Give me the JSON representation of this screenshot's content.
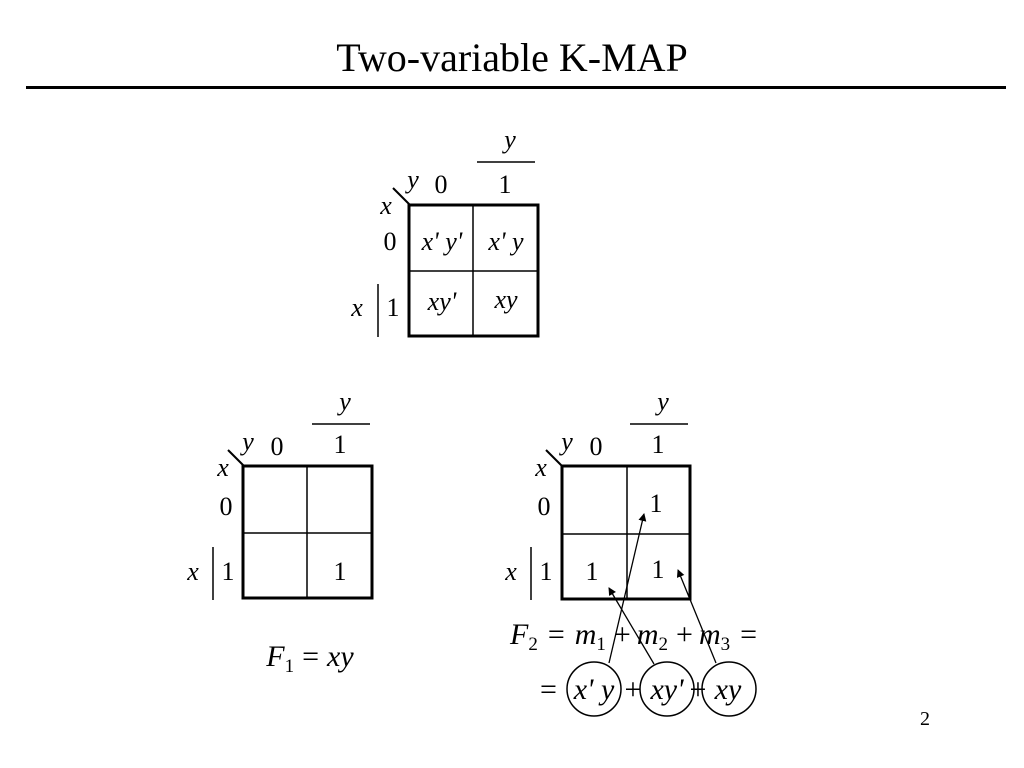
{
  "slide": {
    "title": "Two-variable K-MAP",
    "page_number": "2"
  },
  "kmap_top": {
    "col_var": "y",
    "col_var_overbar": "y",
    "row_var": "x",
    "row_var_side": "x",
    "col_headers": [
      "0",
      "1"
    ],
    "row_headers": [
      "0",
      "1"
    ],
    "cells": [
      [
        "x' y'",
        "x' y"
      ],
      [
        "xy'",
        "xy"
      ]
    ]
  },
  "kmap_f1": {
    "col_var": "y",
    "col_var_overbar": "y",
    "row_var": "x",
    "row_var_side": "x",
    "col_headers": [
      "0",
      "1"
    ],
    "row_headers": [
      "0",
      "1"
    ],
    "cells": [
      [
        "",
        ""
      ],
      [
        "",
        "1"
      ]
    ],
    "equation": {
      "lhs": "F",
      "lhs_sub": "1",
      "eq": "=",
      "rhs": "xy"
    }
  },
  "kmap_f2": {
    "col_var": "y",
    "col_var_overbar": "y",
    "row_var": "x",
    "row_var_side": "x",
    "col_headers": [
      "0",
      "1"
    ],
    "row_headers": [
      "0",
      "1"
    ],
    "cells": [
      [
        "",
        "1"
      ],
      [
        "1",
        "1"
      ]
    ],
    "equation_line1": {
      "lhs": "F",
      "lhs_sub": "2",
      "eq": "=",
      "m1": "m",
      "m1_sub": "1",
      "plus1": "+",
      "m2": "m",
      "m2_sub": "2",
      "plus2": "+",
      "m3": "m",
      "m3_sub": "3",
      "eq2": "="
    },
    "equation_line2": {
      "eq": "=",
      "term1": "x' y",
      "plus1": "+",
      "term2": "xy'",
      "plus2": "+",
      "term3": "xy"
    }
  }
}
